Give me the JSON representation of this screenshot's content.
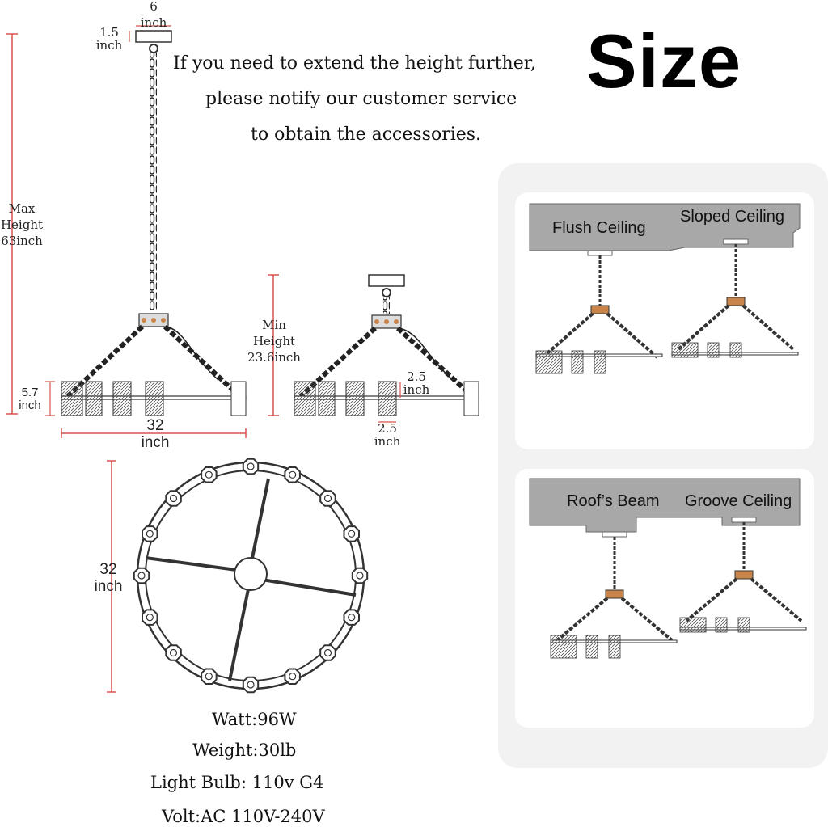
{
  "title": "Size",
  "note_lines": [
    "If you need to extend the height further,",
    "please notify our customer service",
    "to obtain the accessories."
  ],
  "dimensions": {
    "canopy_width": "6\ninch",
    "canopy_height": "1.5\ninch",
    "max_height": "Max\nHeight\n63inch",
    "min_height": "Min\nHeight\n23.6inch",
    "ring_height": "5.7\ninch",
    "width": "32\ninch",
    "block_height": "2.5\ninch",
    "block_width": "2.5\ninch",
    "diameter": "32\ninch"
  },
  "specs": [
    "Watt:96W",
    "Weight:30lb",
    "Light Bulb: 110v G4",
    "Volt:AC 110V-240V"
  ],
  "ceiling_types": {
    "flush": "Flush Ceiling",
    "sloped": "Sloped Ceiling",
    "roofs_beam": "Roof’s Beam",
    "groove": "Groove Ceiling"
  },
  "colors": {
    "dimension_line": "#d9534f",
    "ceiling_fill": "#a8a8a8",
    "panel_bg": "#f2f2f2",
    "fixture_stroke": "#333333",
    "brass": "#c8844a"
  }
}
